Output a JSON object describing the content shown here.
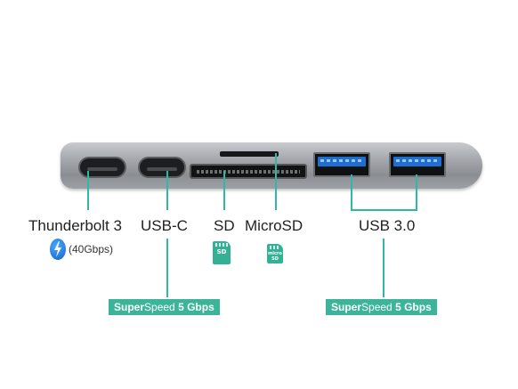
{
  "ports": {
    "thunderbolt": {
      "label": "Thunderbolt 3",
      "speed": "(40Gbps)"
    },
    "usbc": {
      "label": "USB-C"
    },
    "sd": {
      "label": "SD",
      "icon_text": "SD"
    },
    "microsd": {
      "label": "MicroSD",
      "icon_text": "micro SD"
    },
    "usb3": {
      "label": "USB 3.0"
    }
  },
  "badges": {
    "left": {
      "part1": "Super",
      "part2": "Speed",
      "part3": "5 Gbps"
    },
    "right": {
      "part1": "Super",
      "part2": "Speed",
      "part3": "5 Gbps"
    }
  },
  "colors": {
    "accent": "#2fb8a8",
    "usb_blue": "#1f6fd3",
    "badge": "#3bb49a"
  }
}
